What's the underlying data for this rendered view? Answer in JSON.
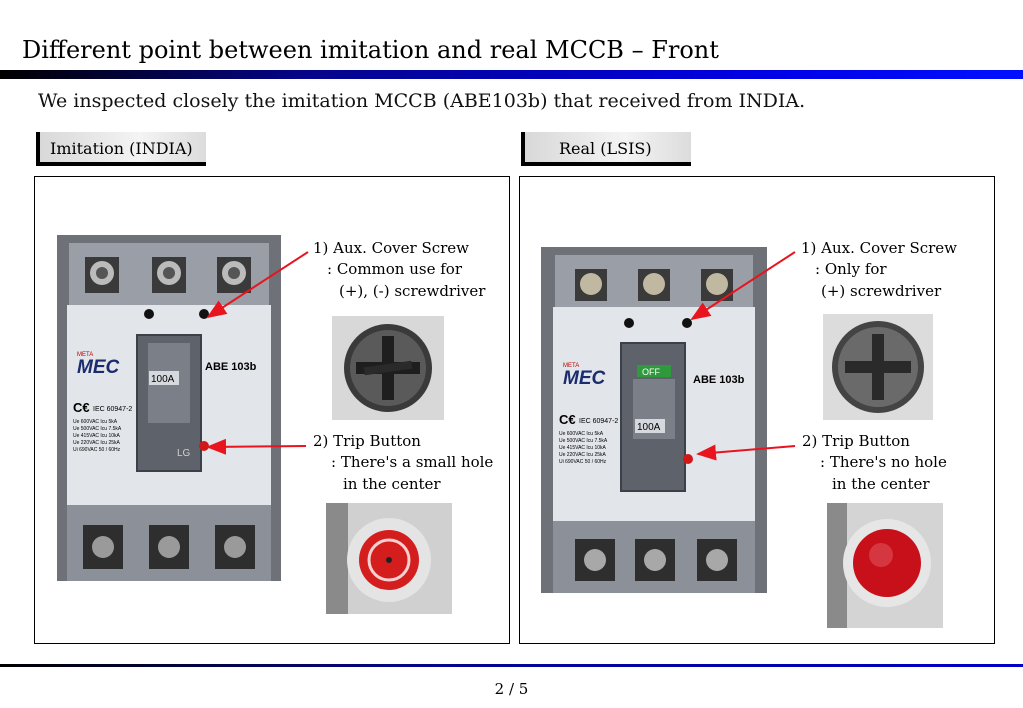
{
  "title": "Different point between imitation and real MCCB – Front",
  "subtitle": "We inspected closely the imitation MCCB (ABE103b) that received from INDIA.",
  "left": {
    "tab_label": "Imitation (INDIA)",
    "breaker": {
      "brand": "MEC",
      "brand_small": "META",
      "model": "ABE 103b",
      "rating": "100A",
      "iec": "IEC 60947-2",
      "spec_lines": [
        "Ue 600VAC Icu 5kA",
        "Ue 500VAC Icu 7.5kA",
        "Ue 415VAC Icu 10kA",
        "Ue 220VAC Icu 25kA",
        "Ui 690VAC 50 / 60Hz"
      ],
      "lg_mark": "LG"
    },
    "note1": {
      "heading": "1) Aux. Cover Screw",
      "line1": ": Common use for",
      "line2": "(+), (-) screwdriver"
    },
    "note2": {
      "heading": "2) Trip Button",
      "line1": ": There's a small hole",
      "line2": "in the center"
    }
  },
  "right": {
    "tab_label": "Real (LSIS)",
    "breaker": {
      "brand": "MEC",
      "brand_small": "META",
      "model": "ABE 103b",
      "rating": "100A",
      "off_label": "OFF",
      "iec": "IEC 60947-2",
      "spec_lines": [
        "Ue 600VAC Icu 5kA",
        "Ue 500VAC Icu 7.5kA",
        "Ue 415VAC Icu 10kA",
        "Ue 220VAC Icu 25kA",
        "Ui 690VAC 50 / 60Hz"
      ]
    },
    "note1": {
      "heading": "1) Aux. Cover Screw",
      "line1": ": Only for",
      "line2": "(+) screwdriver"
    },
    "note2": {
      "heading": "2) Trip Button",
      "line1": ": There's no hole",
      "line2": "in the center"
    }
  },
  "page_number": "2 / 5",
  "colors": {
    "arrow": "#e8141e",
    "title_rule": "#0000e6",
    "trip_button": "#d01818"
  }
}
